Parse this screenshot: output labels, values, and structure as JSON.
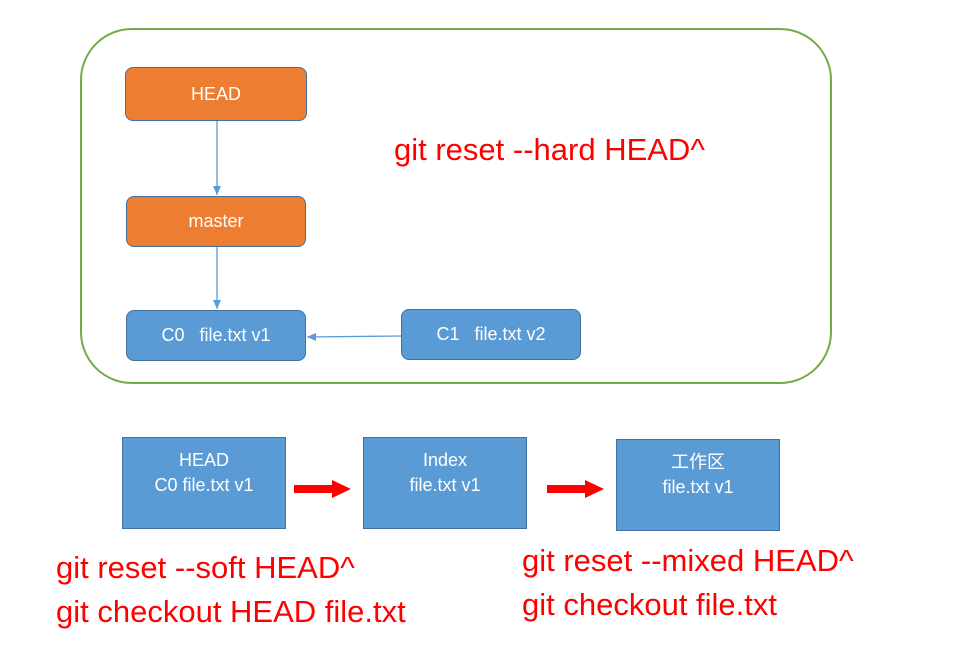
{
  "top": {
    "head_label": "HEAD",
    "master_label": "master",
    "c0_label": "C0   file.txt v1",
    "c1_label": "C1   file.txt v2",
    "command": "git reset --hard HEAD^"
  },
  "bottom": {
    "head_box": {
      "line1": "HEAD",
      "line2": "C0 file.txt v1"
    },
    "index_box": {
      "line1": "Index",
      "line2": "file.txt v1"
    },
    "worktree_box": {
      "line1": "工作区",
      "line2": "file.txt v1"
    },
    "left_commands": [
      "git reset --soft HEAD^",
      "git checkout HEAD file.txt"
    ],
    "right_commands": [
      "git reset --mixed HEAD^",
      "git checkout file.txt"
    ]
  },
  "colors": {
    "frame": "#70ad47",
    "orange_node": "#ed7d31",
    "blue_node": "#5b9bd5",
    "connector": "#5b9bd5",
    "command_text": "#ff0000",
    "red_arrow": "#ff0000"
  }
}
